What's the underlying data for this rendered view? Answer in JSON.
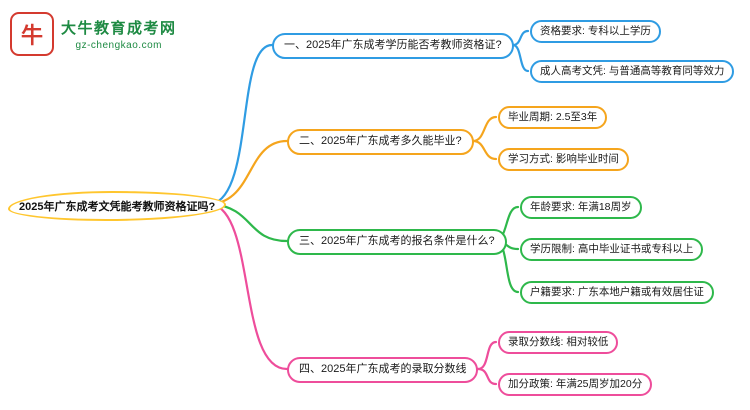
{
  "logo": {
    "title": "大牛教育成考网",
    "subtitle": "gz-chengkao.com",
    "icon_glyph": "牛"
  },
  "root": {
    "label": "2025年广东成考文凭能考教师资格证吗?"
  },
  "branches": [
    {
      "label": "一、2025年广东成考学历能否考教师资格证?",
      "color": "#2f9ce3",
      "children": [
        "资格要求: 专科以上学历",
        "成人高考文凭: 与普通高等教育同等效力"
      ]
    },
    {
      "label": "二、2025年广东成考多久能毕业?",
      "color": "#f5a51d",
      "children": [
        "毕业周期: 2.5至3年",
        "学习方式: 影响毕业时间"
      ]
    },
    {
      "label": "三、2025年广东成考的报名条件是什么?",
      "color": "#2eb84b",
      "children": [
        "年龄要求: 年满18周岁",
        "学历限制: 高中毕业证书或专科以上",
        "户籍要求: 广东本地户籍或有效居住证"
      ]
    },
    {
      "label": "四、2025年广东成考的录取分数线",
      "color": "#ee4d9b",
      "children": [
        "录取分数线: 相对较低",
        "加分政策: 年满25周岁加20分"
      ]
    }
  ],
  "colors": {
    "root_highlight": "#ffc62e",
    "branch1_blue": "#2f9ce3",
    "branch2_orange": "#f5a51d",
    "branch3_green": "#2eb84b",
    "branch4_pink": "#ee4d9b",
    "logo_red": "#d43a2f",
    "logo_green": "#1e8a43"
  }
}
